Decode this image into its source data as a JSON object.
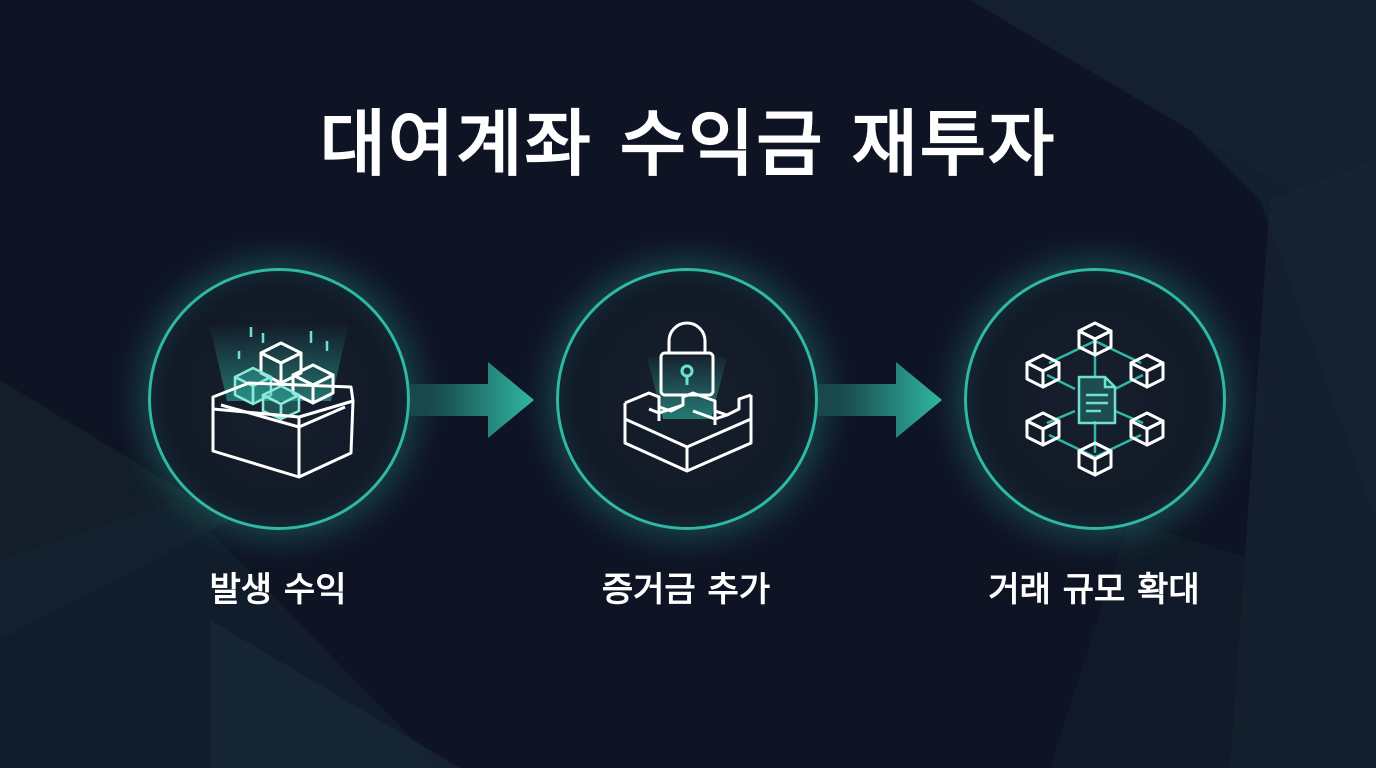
{
  "title": "대여계좌 수익금 재투자",
  "steps": [
    {
      "label": "발생 수익",
      "icon": "box-with-cubes-icon"
    },
    {
      "label": "증거금 추가",
      "icon": "lock-fortress-icon"
    },
    {
      "label": "거래 규모 확대",
      "icon": "cube-network-document-icon"
    }
  ],
  "colors": {
    "background": "#0f1424",
    "accent": "#2fb8a3",
    "text": "#ffffff"
  }
}
